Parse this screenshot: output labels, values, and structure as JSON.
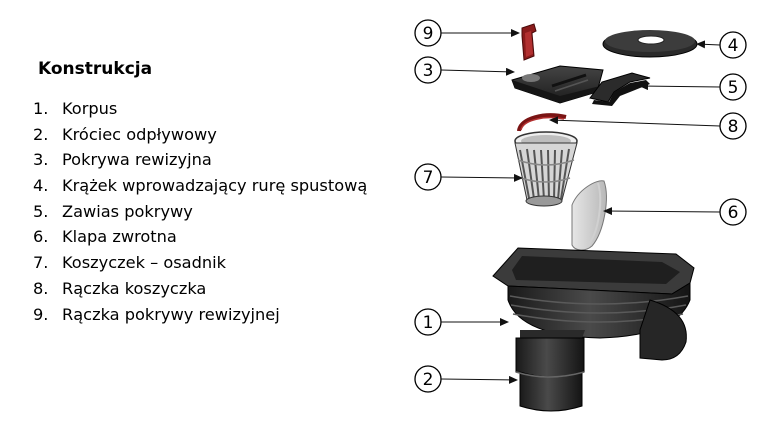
{
  "title": "Konstrukcja",
  "parts": [
    {
      "num": "1.",
      "label": "Korpus"
    },
    {
      "num": "2.",
      "label": "Króciec odpływowy"
    },
    {
      "num": "3.",
      "label": "Pokrywa rewizyjna"
    },
    {
      "num": "4.",
      "label": "Krążek wprowadzający rurę spustową"
    },
    {
      "num": "5.",
      "label": "Zawias pokrywy"
    },
    {
      "num": "6.",
      "label": "Klapa zwrotna"
    },
    {
      "num": "7.",
      "label": "Koszyczek – osadnik"
    },
    {
      "num": "8.",
      "label": "Rączka koszyczka"
    },
    {
      "num": "9.",
      "label": "Rączka pokrywy rewizyjnej"
    }
  ],
  "callouts": [
    "9",
    "3",
    "4",
    "5",
    "8",
    "7",
    "6",
    "1",
    "2"
  ]
}
